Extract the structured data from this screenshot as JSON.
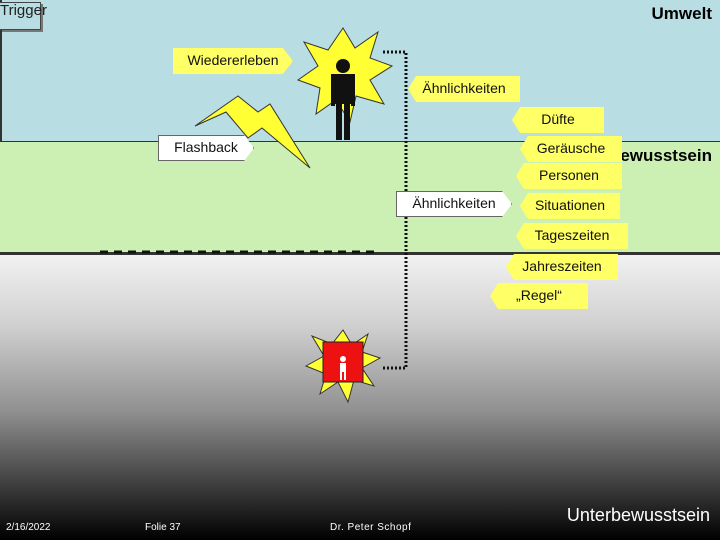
{
  "title_top_right": "Umwelt",
  "label_trigger": "Trigger",
  "label_bewusstsein": "Bewusstsein",
  "label_unterbewusstsein": "Unterbewusstsein",
  "labels": {
    "wiedererleben": "Wiedererleben",
    "aehnlichkeiten_top": "Ähnlichkeiten",
    "duefte": "Düfte",
    "flashback": "Flashback",
    "geraeusche": "Geräusche",
    "personen": "Personen",
    "aehnlichkeiten_mid": "Ähnlichkeiten",
    "situationen": "Situationen",
    "tageszeiten": "Tageszeiten",
    "jahreszeiten": "Jahreszeiten",
    "regel": "„Regel“"
  },
  "footer": {
    "date": "2/16/2022",
    "slide": "Folie 37",
    "author": "Dr. Peter Schopf"
  },
  "colors": {
    "umwelt_band": "#b8dde3",
    "bewusstsein_band": "#ccf0b4",
    "tag_yellow": "#ffff66",
    "star_yellow": "#ffff33",
    "person_box_red": "#ee1111"
  },
  "icons": [
    "person-icon",
    "starburst-icon",
    "lightning-icon",
    "person-small-icon"
  ]
}
